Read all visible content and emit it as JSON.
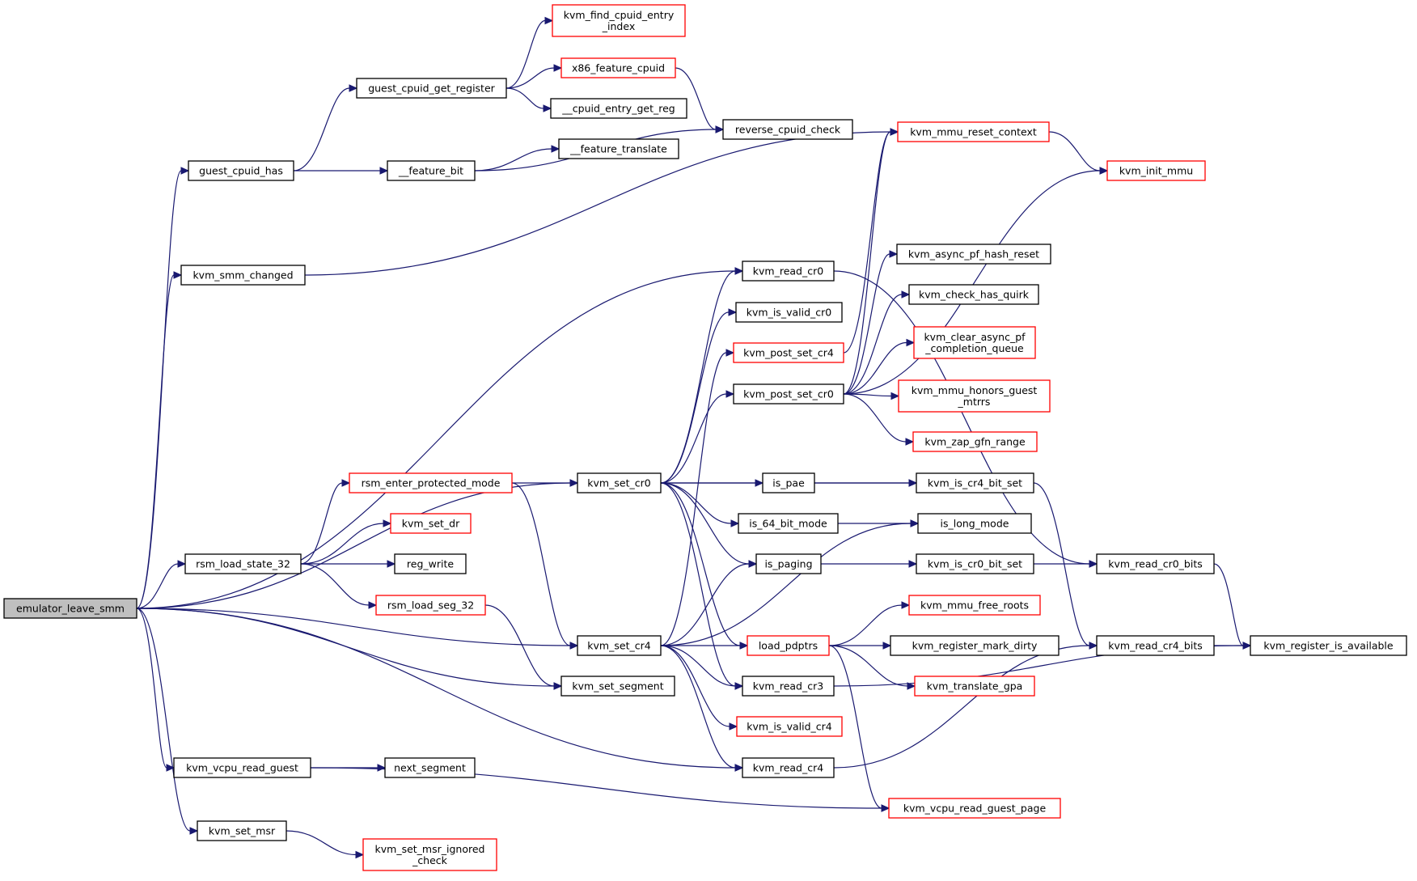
{
  "colors": {
    "edge": "#191970",
    "root_fill": "#bfbfbf",
    "normal_border": "#000000",
    "truncated_border": "#ff0000",
    "background": "#ffffff"
  },
  "nodes": [
    {
      "id": "emulator_leave_smm",
      "lines": [
        "emulator_leave_smm"
      ],
      "style": "root"
    },
    {
      "id": "guest_cpuid_has",
      "lines": [
        "guest_cpuid_has"
      ],
      "style": "normal"
    },
    {
      "id": "guest_cpuid_get_register",
      "lines": [
        "guest_cpuid_get_register"
      ],
      "style": "normal"
    },
    {
      "id": "kvm_find_cpuid_entry_index",
      "lines": [
        "kvm_find_cpuid_entry",
        "_index"
      ],
      "style": "truncated"
    },
    {
      "id": "x86_feature_cpuid",
      "lines": [
        "x86_feature_cpuid"
      ],
      "style": "truncated"
    },
    {
      "id": "cpuid_entry_get_reg",
      "lines": [
        "__cpuid_entry_get_reg"
      ],
      "style": "normal"
    },
    {
      "id": "reverse_cpuid_check",
      "lines": [
        "reverse_cpuid_check"
      ],
      "style": "normal"
    },
    {
      "id": "feature_bit",
      "lines": [
        "__feature_bit"
      ],
      "style": "normal"
    },
    {
      "id": "feature_translate",
      "lines": [
        "__feature_translate"
      ],
      "style": "normal"
    },
    {
      "id": "kvm_mmu_reset_context",
      "lines": [
        "kvm_mmu_reset_context"
      ],
      "style": "truncated"
    },
    {
      "id": "kvm_init_mmu",
      "lines": [
        "kvm_init_mmu"
      ],
      "style": "truncated"
    },
    {
      "id": "kvm_smm_changed",
      "lines": [
        "kvm_smm_changed"
      ],
      "style": "normal"
    },
    {
      "id": "kvm_read_cr0",
      "lines": [
        "kvm_read_cr0"
      ],
      "style": "normal"
    },
    {
      "id": "kvm_async_pf_hash_reset",
      "lines": [
        "kvm_async_pf_hash_reset"
      ],
      "style": "normal"
    },
    {
      "id": "kvm_is_valid_cr0",
      "lines": [
        "kvm_is_valid_cr0"
      ],
      "style": "normal"
    },
    {
      "id": "kvm_check_has_quirk",
      "lines": [
        "kvm_check_has_quirk"
      ],
      "style": "normal"
    },
    {
      "id": "kvm_post_set_cr4",
      "lines": [
        "kvm_post_set_cr4"
      ],
      "style": "truncated"
    },
    {
      "id": "kvm_clear_async_pf_completion_queue",
      "lines": [
        "kvm_clear_async_pf",
        "_completion_queue"
      ],
      "style": "truncated"
    },
    {
      "id": "kvm_post_set_cr0",
      "lines": [
        "kvm_post_set_cr0"
      ],
      "style": "normal"
    },
    {
      "id": "kvm_mmu_honors_guest_mtrrs",
      "lines": [
        "kvm_mmu_honors_guest",
        "_mtrrs"
      ],
      "style": "truncated"
    },
    {
      "id": "kvm_zap_gfn_range",
      "lines": [
        "kvm_zap_gfn_range"
      ],
      "style": "truncated"
    },
    {
      "id": "rsm_enter_protected_mode",
      "lines": [
        "rsm_enter_protected_mode"
      ],
      "style": "truncated"
    },
    {
      "id": "kvm_set_cr0",
      "lines": [
        "kvm_set_cr0"
      ],
      "style": "normal"
    },
    {
      "id": "is_pae",
      "lines": [
        "is_pae"
      ],
      "style": "normal"
    },
    {
      "id": "kvm_is_cr4_bit_set",
      "lines": [
        "kvm_is_cr4_bit_set"
      ],
      "style": "normal"
    },
    {
      "id": "kvm_set_dr",
      "lines": [
        "kvm_set_dr"
      ],
      "style": "truncated"
    },
    {
      "id": "is_64_bit_mode",
      "lines": [
        "is_64_bit_mode"
      ],
      "style": "normal"
    },
    {
      "id": "is_long_mode",
      "lines": [
        "is_long_mode"
      ],
      "style": "normal"
    },
    {
      "id": "rsm_load_state_32",
      "lines": [
        "rsm_load_state_32"
      ],
      "style": "normal"
    },
    {
      "id": "reg_write",
      "lines": [
        "reg_write"
      ],
      "style": "normal"
    },
    {
      "id": "is_paging",
      "lines": [
        "is_paging"
      ],
      "style": "normal"
    },
    {
      "id": "kvm_is_cr0_bit_set",
      "lines": [
        "kvm_is_cr0_bit_set"
      ],
      "style": "normal"
    },
    {
      "id": "kvm_read_cr0_bits",
      "lines": [
        "kvm_read_cr0_bits"
      ],
      "style": "normal"
    },
    {
      "id": "rsm_load_seg_32",
      "lines": [
        "rsm_load_seg_32"
      ],
      "style": "truncated"
    },
    {
      "id": "kvm_mmu_free_roots",
      "lines": [
        "kvm_mmu_free_roots"
      ],
      "style": "truncated"
    },
    {
      "id": "kvm_set_cr4",
      "lines": [
        "kvm_set_cr4"
      ],
      "style": "normal"
    },
    {
      "id": "load_pdptrs",
      "lines": [
        "load_pdptrs"
      ],
      "style": "truncated"
    },
    {
      "id": "kvm_register_mark_dirty",
      "lines": [
        "kvm_register_mark_dirty"
      ],
      "style": "normal"
    },
    {
      "id": "kvm_read_cr4_bits",
      "lines": [
        "kvm_read_cr4_bits"
      ],
      "style": "normal"
    },
    {
      "id": "kvm_register_is_available",
      "lines": [
        "kvm_register_is_available"
      ],
      "style": "normal"
    },
    {
      "id": "kvm_set_segment",
      "lines": [
        "kvm_set_segment"
      ],
      "style": "normal"
    },
    {
      "id": "kvm_read_cr3",
      "lines": [
        "kvm_read_cr3"
      ],
      "style": "normal"
    },
    {
      "id": "kvm_translate_gpa",
      "lines": [
        "kvm_translate_gpa"
      ],
      "style": "truncated"
    },
    {
      "id": "kvm_is_valid_cr4",
      "lines": [
        "kvm_is_valid_cr4"
      ],
      "style": "truncated"
    },
    {
      "id": "kvm_vcpu_read_guest",
      "lines": [
        "kvm_vcpu_read_guest"
      ],
      "style": "normal"
    },
    {
      "id": "next_segment",
      "lines": [
        "next_segment"
      ],
      "style": "normal"
    },
    {
      "id": "kvm_read_cr4",
      "lines": [
        "kvm_read_cr4"
      ],
      "style": "normal"
    },
    {
      "id": "kvm_vcpu_read_guest_page",
      "lines": [
        "kvm_vcpu_read_guest_page"
      ],
      "style": "truncated"
    },
    {
      "id": "kvm_set_msr",
      "lines": [
        "kvm_set_msr"
      ],
      "style": "normal"
    },
    {
      "id": "kvm_set_msr_ignored_check",
      "lines": [
        "kvm_set_msr_ignored",
        "_check"
      ],
      "style": "truncated"
    }
  ],
  "edges": [
    [
      "emulator_leave_smm",
      "guest_cpuid_has"
    ],
    [
      "emulator_leave_smm",
      "kvm_smm_changed"
    ],
    [
      "emulator_leave_smm",
      "kvm_read_cr0"
    ],
    [
      "emulator_leave_smm",
      "kvm_set_cr0"
    ],
    [
      "emulator_leave_smm",
      "rsm_load_state_32"
    ],
    [
      "emulator_leave_smm",
      "kvm_set_cr4"
    ],
    [
      "emulator_leave_smm",
      "kvm_set_segment"
    ],
    [
      "emulator_leave_smm",
      "kvm_read_cr4"
    ],
    [
      "emulator_leave_smm",
      "kvm_vcpu_read_guest"
    ],
    [
      "emulator_leave_smm",
      "kvm_set_msr"
    ],
    [
      "guest_cpuid_has",
      "guest_cpuid_get_register"
    ],
    [
      "guest_cpuid_has",
      "feature_bit"
    ],
    [
      "guest_cpuid_get_register",
      "kvm_find_cpuid_entry_index"
    ],
    [
      "guest_cpuid_get_register",
      "x86_feature_cpuid"
    ],
    [
      "guest_cpuid_get_register",
      "cpuid_entry_get_reg"
    ],
    [
      "x86_feature_cpuid",
      "reverse_cpuid_check"
    ],
    [
      "feature_bit",
      "feature_translate"
    ],
    [
      "feature_bit",
      "reverse_cpuid_check"
    ],
    [
      "kvm_smm_changed",
      "kvm_mmu_reset_context"
    ],
    [
      "kvm_mmu_reset_context",
      "kvm_init_mmu"
    ],
    [
      "kvm_read_cr0",
      "kvm_read_cr0_bits"
    ],
    [
      "rsm_load_state_32",
      "rsm_enter_protected_mode"
    ],
    [
      "rsm_load_state_32",
      "kvm_set_dr"
    ],
    [
      "rsm_load_state_32",
      "reg_write"
    ],
    [
      "rsm_load_state_32",
      "rsm_load_seg_32"
    ],
    [
      "rsm_enter_protected_mode",
      "kvm_set_cr0"
    ],
    [
      "rsm_enter_protected_mode",
      "kvm_set_cr4"
    ],
    [
      "rsm_load_seg_32",
      "kvm_set_segment"
    ],
    [
      "kvm_set_cr0",
      "kvm_read_cr0"
    ],
    [
      "kvm_set_cr0",
      "kvm_is_valid_cr0"
    ],
    [
      "kvm_set_cr0",
      "kvm_post_set_cr0"
    ],
    [
      "kvm_set_cr0",
      "kvm_is_cr4_bit_set"
    ],
    [
      "kvm_set_cr0",
      "is_pae"
    ],
    [
      "kvm_set_cr0",
      "is_64_bit_mode"
    ],
    [
      "kvm_set_cr0",
      "is_paging"
    ],
    [
      "kvm_set_cr0",
      "load_pdptrs"
    ],
    [
      "kvm_set_cr0",
      "kvm_read_cr3"
    ],
    [
      "is_pae",
      "kvm_is_cr4_bit_set"
    ],
    [
      "is_64_bit_mode",
      "is_long_mode"
    ],
    [
      "is_paging",
      "kvm_is_cr0_bit_set"
    ],
    [
      "kvm_is_cr0_bit_set",
      "kvm_read_cr0_bits"
    ],
    [
      "kvm_is_cr4_bit_set",
      "kvm_read_cr4_bits"
    ],
    [
      "kvm_read_cr0_bits",
      "kvm_register_is_available"
    ],
    [
      "kvm_read_cr4_bits",
      "kvm_register_is_available"
    ],
    [
      "kvm_post_set_cr0",
      "kvm_mmu_reset_context"
    ],
    [
      "kvm_post_set_cr0",
      "kvm_init_mmu"
    ],
    [
      "kvm_post_set_cr0",
      "kvm_async_pf_hash_reset"
    ],
    [
      "kvm_post_set_cr0",
      "kvm_check_has_quirk"
    ],
    [
      "kvm_post_set_cr0",
      "kvm_clear_async_pf_completion_queue"
    ],
    [
      "kvm_post_set_cr0",
      "kvm_mmu_honors_guest_mtrrs"
    ],
    [
      "kvm_post_set_cr0",
      "kvm_zap_gfn_range"
    ],
    [
      "kvm_post_set_cr4",
      "kvm_mmu_reset_context"
    ],
    [
      "kvm_set_cr4",
      "kvm_post_set_cr4"
    ],
    [
      "kvm_set_cr4",
      "is_paging"
    ],
    [
      "kvm_set_cr4",
      "is_long_mode"
    ],
    [
      "kvm_set_cr4",
      "load_pdptrs"
    ],
    [
      "kvm_set_cr4",
      "kvm_read_cr3"
    ],
    [
      "kvm_set_cr4",
      "kvm_is_valid_cr4"
    ],
    [
      "kvm_set_cr4",
      "kvm_read_cr4"
    ],
    [
      "load_pdptrs",
      "kvm_mmu_free_roots"
    ],
    [
      "load_pdptrs",
      "kvm_register_mark_dirty"
    ],
    [
      "load_pdptrs",
      "kvm_translate_gpa"
    ],
    [
      "load_pdptrs",
      "kvm_vcpu_read_guest_page"
    ],
    [
      "kvm_read_cr3",
      "kvm_register_is_available"
    ],
    [
      "kvm_read_cr4",
      "kvm_read_cr4_bits"
    ],
    [
      "kvm_vcpu_read_guest",
      "next_segment"
    ],
    [
      "kvm_vcpu_read_guest",
      "kvm_vcpu_read_guest_page"
    ],
    [
      "kvm_set_msr",
      "kvm_set_msr_ignored_check"
    ]
  ]
}
